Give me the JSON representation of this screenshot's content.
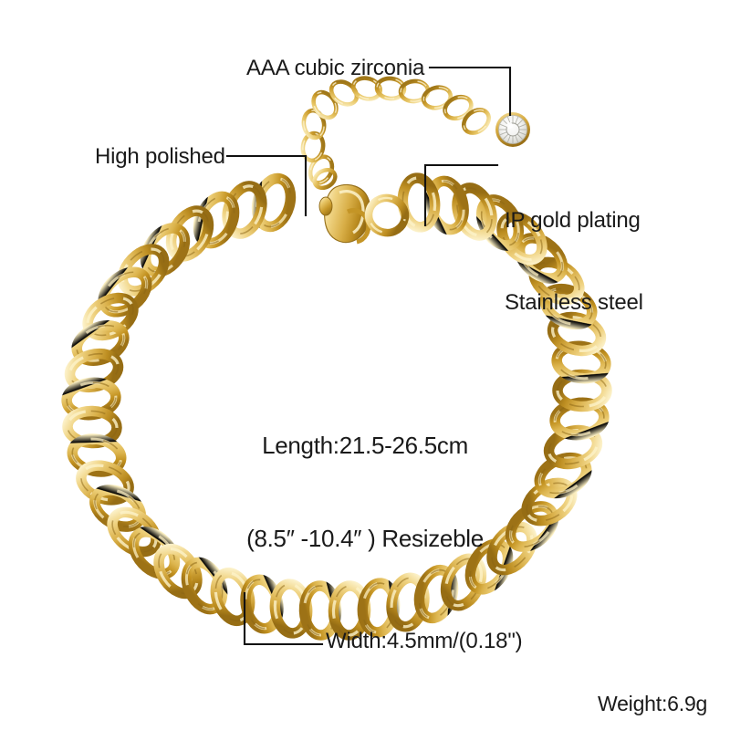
{
  "product": {
    "type": "chain-bracelet-anklet",
    "material_color": "#d9a83a"
  },
  "annotations": {
    "cubic_zirconia": {
      "label": "AAA cubic zirconia"
    },
    "high_polished": {
      "label": "High polished"
    },
    "plating": {
      "line1": "IP gold plating",
      "line2": "Stainless steel"
    },
    "length": {
      "line1": "Length:21.5-26.5cm",
      "line2": "(8.5″ -10.4″ ) Resizeble"
    },
    "width": {
      "label": "Width:4.5mm/(0.18\")"
    },
    "weight": {
      "label": "Weight:6.9g"
    }
  },
  "colors": {
    "text": "#1a1a1a",
    "leader_line": "#111111",
    "gold_light": "#f7e9b0",
    "gold_mid": "#e3bf5b",
    "gold_deep": "#b98a21",
    "gold_shadow": "#8a6413",
    "background": "#ffffff",
    "stone": "#fbfbfb"
  },
  "parts": {
    "clasp": "lobster-clasp",
    "extender": "extender-chain",
    "stone": "cz-stone",
    "chain": "curb-chain-loop"
  }
}
